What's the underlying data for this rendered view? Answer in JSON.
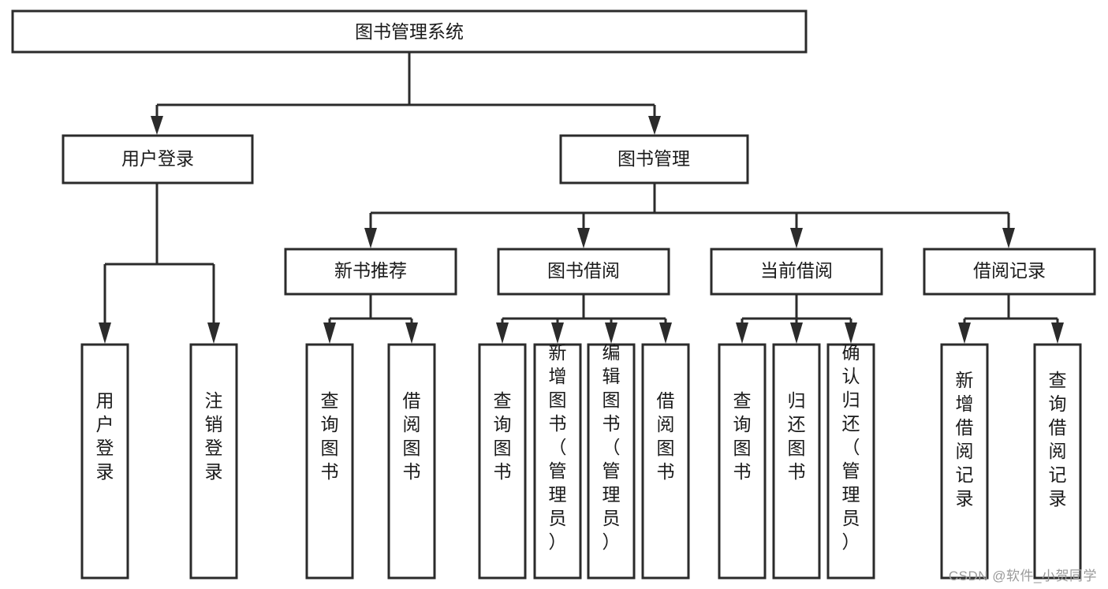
{
  "diagram": {
    "title": "图书管理系统",
    "type": "tree",
    "watermark": "CSDN @软件_小贺同学",
    "colors": {
      "stroke": "#2b2b2b",
      "fill": "#ffffff",
      "text": "#1a1a1a",
      "watermark": "#9a9a9a"
    },
    "root": {
      "label": "图书管理系统",
      "orientation": "horizontal"
    },
    "level2": [
      {
        "label": "用户登录",
        "orientation": "horizontal"
      },
      {
        "label": "图书管理",
        "orientation": "horizontal"
      }
    ],
    "level3": [
      {
        "label": "新书推荐",
        "orientation": "horizontal"
      },
      {
        "label": "图书借阅",
        "orientation": "horizontal"
      },
      {
        "label": "当前借阅",
        "orientation": "horizontal"
      },
      {
        "label": "借阅记录",
        "orientation": "horizontal"
      }
    ],
    "leaves": {
      "user_login": [
        {
          "label": "用户登录",
          "orientation": "vertical"
        },
        {
          "label": "注销登录",
          "orientation": "vertical"
        }
      ],
      "new_book_recommend": [
        {
          "label": "查询图书",
          "orientation": "vertical"
        },
        {
          "label": "借阅图书",
          "orientation": "vertical"
        }
      ],
      "book_borrow": [
        {
          "label": "查询图书",
          "orientation": "vertical"
        },
        {
          "label": "新增图书（管理员）",
          "orientation": "vertical"
        },
        {
          "label": "编辑图书（管理员）",
          "orientation": "vertical"
        },
        {
          "label": "借阅图书",
          "orientation": "vertical"
        }
      ],
      "current_borrow": [
        {
          "label": "查询图书",
          "orientation": "vertical"
        },
        {
          "label": "归还图书",
          "orientation": "vertical"
        },
        {
          "label": "确认归还（管理员）",
          "orientation": "vertical"
        }
      ],
      "borrow_record": [
        {
          "label": "新增借阅记录",
          "orientation": "vertical"
        },
        {
          "label": "查询借阅记录",
          "orientation": "vertical"
        }
      ]
    }
  }
}
